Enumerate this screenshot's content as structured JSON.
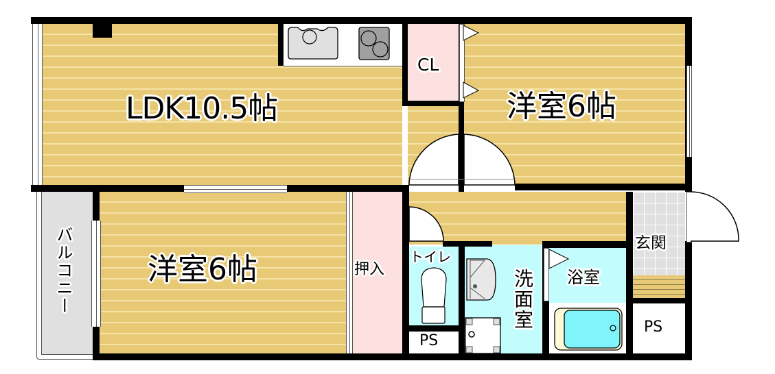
{
  "floorplan": {
    "rooms": {
      "ldk": {
        "label": "LDK10.5帖",
        "type": "LDK",
        "size_jo": 10.5
      },
      "western_room_1": {
        "label": "洋室6帖",
        "type": "洋室",
        "size_jo": 6
      },
      "western_room_2": {
        "label": "洋室6帖",
        "type": "洋室",
        "size_jo": 6
      },
      "closet": {
        "label": "CL"
      },
      "oshiire": {
        "label": "押入"
      },
      "balcony": {
        "label": "バルコニー"
      },
      "toilet": {
        "label": "トイレ"
      },
      "washroom": {
        "label": "洗面室"
      },
      "bathroom": {
        "label": "浴室"
      },
      "entrance": {
        "label": "玄関"
      },
      "ps_left": {
        "label": "PS"
      },
      "ps_right": {
        "label": "PS"
      }
    },
    "colors": {
      "floor_wood": "#e8c975",
      "floor_stripe": "#f5e3a8",
      "closet_pink": "#fde0e0",
      "wet_area_cyan": "#c2fcfd",
      "balcony_gray": "#e0e0e0",
      "wall": "#000000",
      "bathtub": "#7ff5fb",
      "bathtub_rim": "#fdfbd8"
    }
  }
}
